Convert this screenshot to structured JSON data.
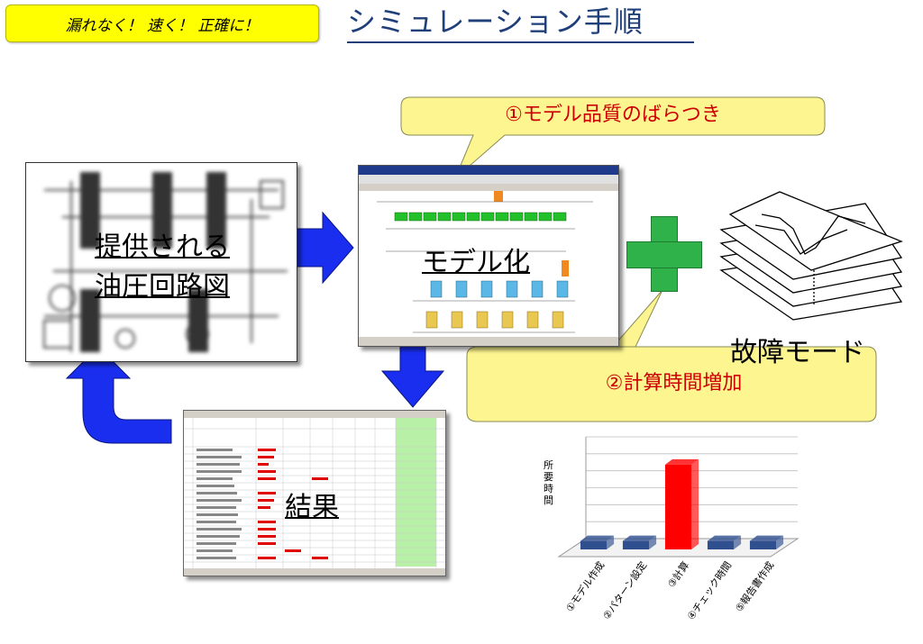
{
  "header": {
    "tagline": "漏れなく！ 速く！ 正確に！",
    "title": "シミュレーション手順"
  },
  "flow": {
    "circuit_label_line1": "提供される",
    "circuit_label_line2": "油圧回路図",
    "model_label": "モデル化",
    "result_label": "結果",
    "fault_label": "故障モード"
  },
  "callouts": {
    "quality": "①モデル品質のばらつき",
    "time": "②計算時間増加"
  },
  "colors": {
    "arrow_blue": "#1a2ef0",
    "callout_fill": "#fdf58f",
    "plus_green": "#2fb24a",
    "bar_red": "#ff0000",
    "bar_blue": "#2f4f8f",
    "title_blue": "#1f3f7a"
  },
  "chart_data": {
    "type": "bar",
    "title": "",
    "xlabel": "",
    "ylabel": "所要時間",
    "categories": [
      "①モデル作成",
      "②パターン設定",
      "③計算",
      "④チェック時間",
      "⑤報告書作成"
    ],
    "values": [
      1,
      1,
      10,
      1,
      1
    ],
    "colors": [
      "#2f4f8f",
      "#2f4f8f",
      "#ff0000",
      "#2f4f8f",
      "#2f4f8f"
    ],
    "ylim": [
      0,
      12
    ],
    "grid": true,
    "style": "3d"
  }
}
